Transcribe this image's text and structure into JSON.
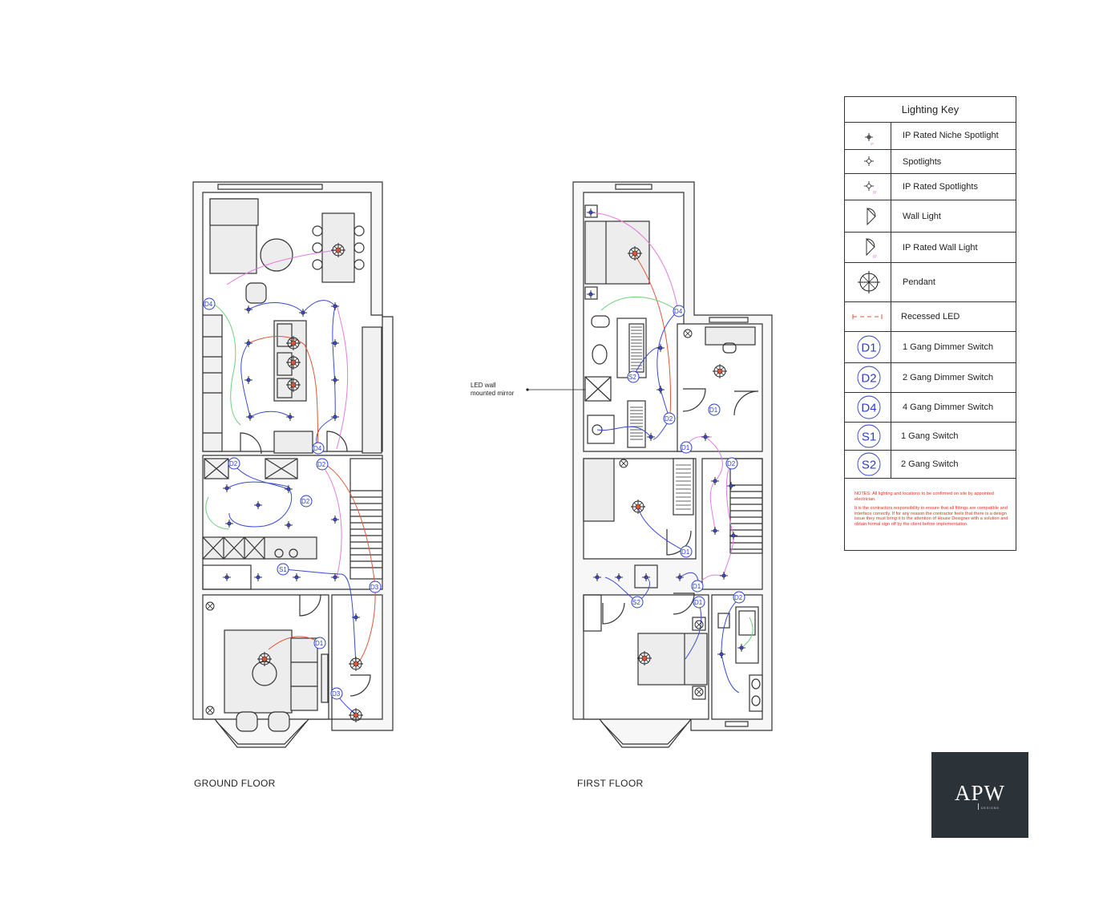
{
  "floors": {
    "ground_label": "GROUND FLOOR",
    "first_label": "FIRST FLOOR"
  },
  "annotation": {
    "line1": "LED wall",
    "line2": "mounted mirror"
  },
  "key": {
    "title": "Lighting Key",
    "items": [
      {
        "label": "IP Rated Niche Spotlight",
        "icon": "ip-niche-spotlight-icon"
      },
      {
        "label": "Spotlights",
        "icon": "spotlight-icon"
      },
      {
        "label": "IP Rated Spotlights",
        "icon": "ip-spotlight-icon"
      },
      {
        "label": "Wall Light",
        "icon": "wall-light-icon"
      },
      {
        "label": "IP Rated Wall Light",
        "icon": "ip-wall-light-icon"
      },
      {
        "label": "Pendant",
        "icon": "pendant-icon"
      },
      {
        "label": "Recessed LED",
        "icon": "recessed-led-icon"
      },
      {
        "label": "1 Gang Dimmer Switch",
        "icon": "d1-switch-icon",
        "code": "D1"
      },
      {
        "label": "2 Gang Dimmer Switch",
        "icon": "d2-switch-icon",
        "code": "D2"
      },
      {
        "label": "4 Gang Dimmer Switch",
        "icon": "d4-switch-icon",
        "code": "D4"
      },
      {
        "label": "1 Gang Switch",
        "icon": "s1-switch-icon",
        "code": "S1"
      },
      {
        "label": "2 Gang Switch",
        "icon": "s2-switch-icon",
        "code": "S2"
      }
    ],
    "ip_mark": "IP",
    "notes_1": "NOTES: All lighting and locations to be confirmed on site by appointed electrician.",
    "notes_2": "It is the contractors responsibility to ensure that all fittings are compatible and interface correctly. If for any reason the contractor feels that there is a design issue they must bring it to the attention of House Designer with a solution and obtain formal sign off by the client before implementation."
  },
  "logo": {
    "word": "APW",
    "sub": "DESIGNS"
  },
  "colors": {
    "wall": "#333333",
    "furniture_fill": "#ededed",
    "switch_blue": "#2b3fc8",
    "wire_blue": "#3a4ad0",
    "wire_pink": "#e27be0",
    "wire_red": "#e0553a",
    "wire_green": "#6fcf7f",
    "notes_red": "#d8341f",
    "logo_bg": "#2c3338"
  }
}
